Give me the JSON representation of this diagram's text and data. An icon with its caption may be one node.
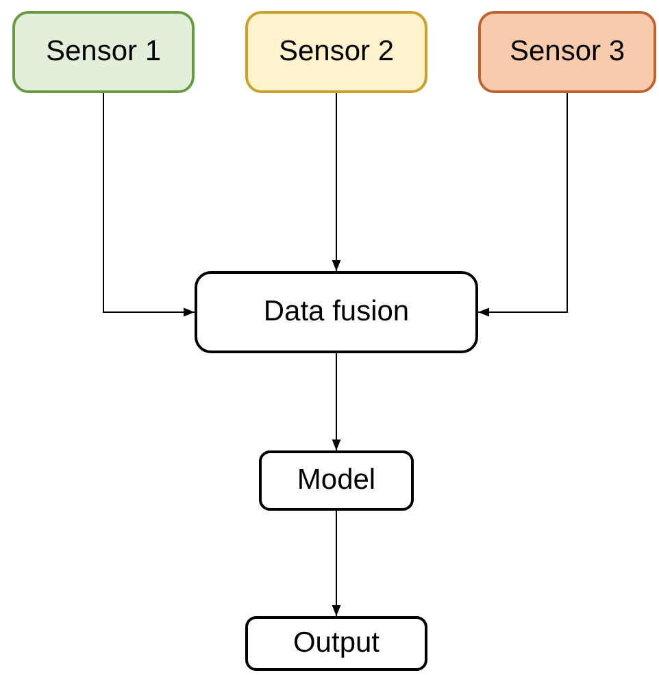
{
  "diagram": {
    "nodes": [
      {
        "text": [
          "Sensor 1"
        ]
      },
      {
        "text": [
          "Sensor 2"
        ]
      },
      {
        "text": [
          "Sensor 3"
        ]
      },
      {
        "text": [
          "Data fusion"
        ]
      },
      {
        "text": [
          "Model"
        ]
      },
      {
        "text": [
          "Output"
        ]
      }
    ],
    "edges": [
      {
        "from": 0,
        "to": 3,
        "arrow": "to"
      },
      {
        "from": 1,
        "to": 3,
        "arrow": "to"
      },
      {
        "from": 2,
        "to": 3,
        "arrow": "to"
      },
      {
        "from": 3,
        "to": 4,
        "arrow": "to"
      },
      {
        "from": 4,
        "to": 5,
        "arrow": "to"
      }
    ]
  }
}
